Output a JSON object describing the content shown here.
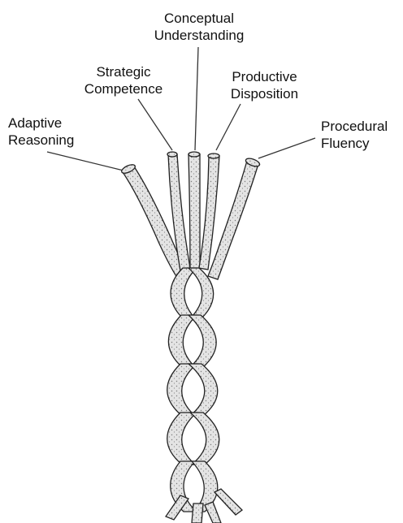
{
  "labels": {
    "conceptual": [
      "Conceptual",
      "Understanding"
    ],
    "strategic": [
      "Strategic",
      "Competence"
    ],
    "productive": [
      "Productive",
      "Disposition"
    ],
    "adaptive": [
      "Adaptive",
      "Reasoning"
    ],
    "procedural": [
      "Procedural",
      "Fluency"
    ]
  },
  "colors": {
    "rope_fill": "#dcdcdc",
    "rope_outline": "#222222",
    "leader_line": "#333333"
  }
}
